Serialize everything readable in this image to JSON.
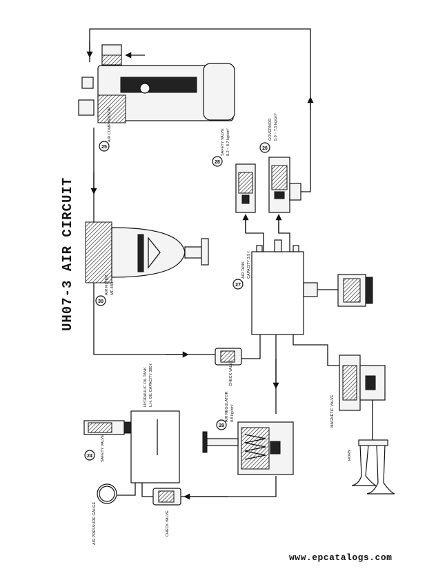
{
  "title": "UH07-3  AIR CIRCUIT",
  "watermark": "www.epcatalogs.com",
  "components": {
    "c25": {
      "number": "25",
      "name": "AIR COMPRESSOR"
    },
    "c26": {
      "number": "26",
      "name": "GOVERNOR",
      "spec": "5.0 ~ 7.5 kg/cm²"
    },
    "c28": {
      "number": "28",
      "name": "SAFETY VALVE",
      "spec": "8.2 ~ 8.7 kg/cm²"
    },
    "c27": {
      "number": "27",
      "name": "AIR TANK",
      "spec": "CAPACITY 3.5 ℓ"
    },
    "c30": {
      "number": "30",
      "name": "AIR FILTER",
      "spec": "MF-483"
    },
    "check1": {
      "name": "CHECK VALVE"
    },
    "check2": {
      "name": "CHECK VALVE"
    },
    "hydtank": {
      "name": "HYDRAULIC OIL TANK",
      "spec": "L.H. OIL CAPACITY 380 ℓ"
    },
    "c24": {
      "number": "24",
      "name": "SAFETY VALVE"
    },
    "gauge": {
      "name": "AIR PRESSURE GAUGE"
    },
    "c29": {
      "number": "29",
      "name": "AIR REGULATOR",
      "spec": "0.8 kg/cm²"
    },
    "magvalve": {
      "name": "MAGNETIC VALVE"
    },
    "horn": {
      "name": "HORN"
    }
  }
}
